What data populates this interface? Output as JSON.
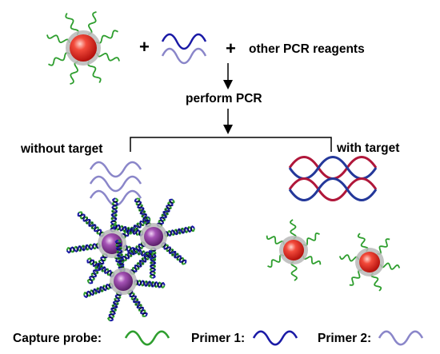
{
  "top": {
    "plus_1": "+",
    "plus_2": "+",
    "reagents_label": "other PCR reagents"
  },
  "step_label": "perform PCR",
  "branches": {
    "left_label": "without target",
    "right_label": "with target"
  },
  "legend": {
    "capture_probe_label": "Capture probe:",
    "primer1_label": "Primer 1:",
    "primer2_label": "Primer 2:"
  },
  "colors": {
    "probe_green": "#2e9e2e",
    "primer1_blue": "#1a1aa6",
    "primer2_lavender": "#8a86c9",
    "product_red": "#b0173a",
    "nanoparticle_red": "#e8261e",
    "nanoparticle_purple": "#8a3a9a",
    "shell_gray": "#b8b8b8"
  },
  "icons": {
    "gold_nanoparticle": "red-nanoparticle-icon",
    "aggregated_nanoparticle": "purple-nanoparticle-icon",
    "arrow": "arrow-down-icon"
  }
}
